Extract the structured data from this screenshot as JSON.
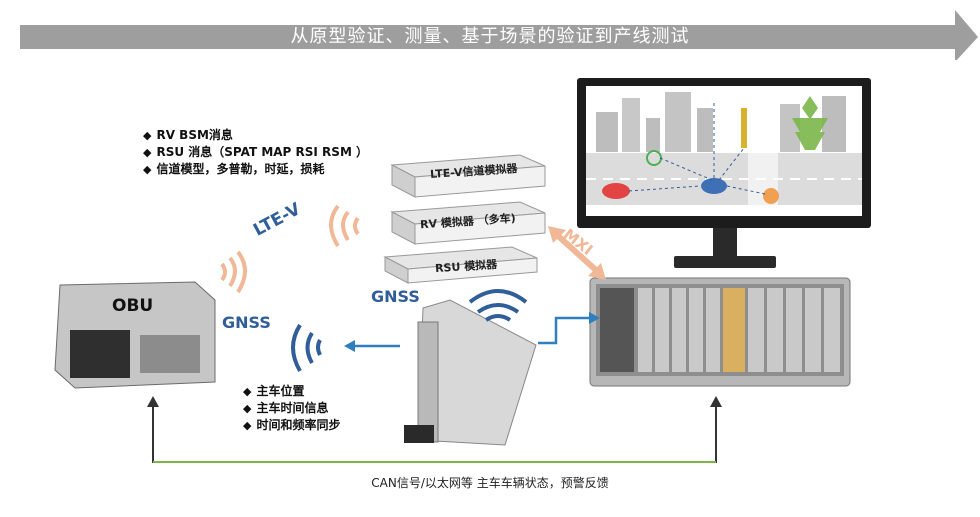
{
  "banner": {
    "text": "从原型验证、测量、基于场景的验证到产线测试"
  },
  "top_bullets": [
    "RV BSM消息",
    "RSU 消息（SPAT MAP RSI RSM ）",
    "信道模型，多普勒，时延，损耗"
  ],
  "devices": {
    "ltev_sim": "LTE-V信道模拟器",
    "rv_sim": "RV 模拟器 （多车)",
    "rsu_sim": "RSU 模拟器"
  },
  "labels": {
    "ltev": "LTE-V",
    "mxi": "MXI",
    "gnss_right": "GNSS",
    "gnss_left": "GNSS",
    "obu": "OBU"
  },
  "gnss_bullets": [
    "主车位置",
    "主车时间信息",
    "时间和频率同步"
  ],
  "bottom_text": "CAN信号/以太网等 主车车辆状态，预警反馈",
  "colors": {
    "banner": "#9e9e9e",
    "blue": "#2f5e9a",
    "mxi": "#f0b896",
    "green": "#7ab648",
    "dark": "#333333"
  }
}
